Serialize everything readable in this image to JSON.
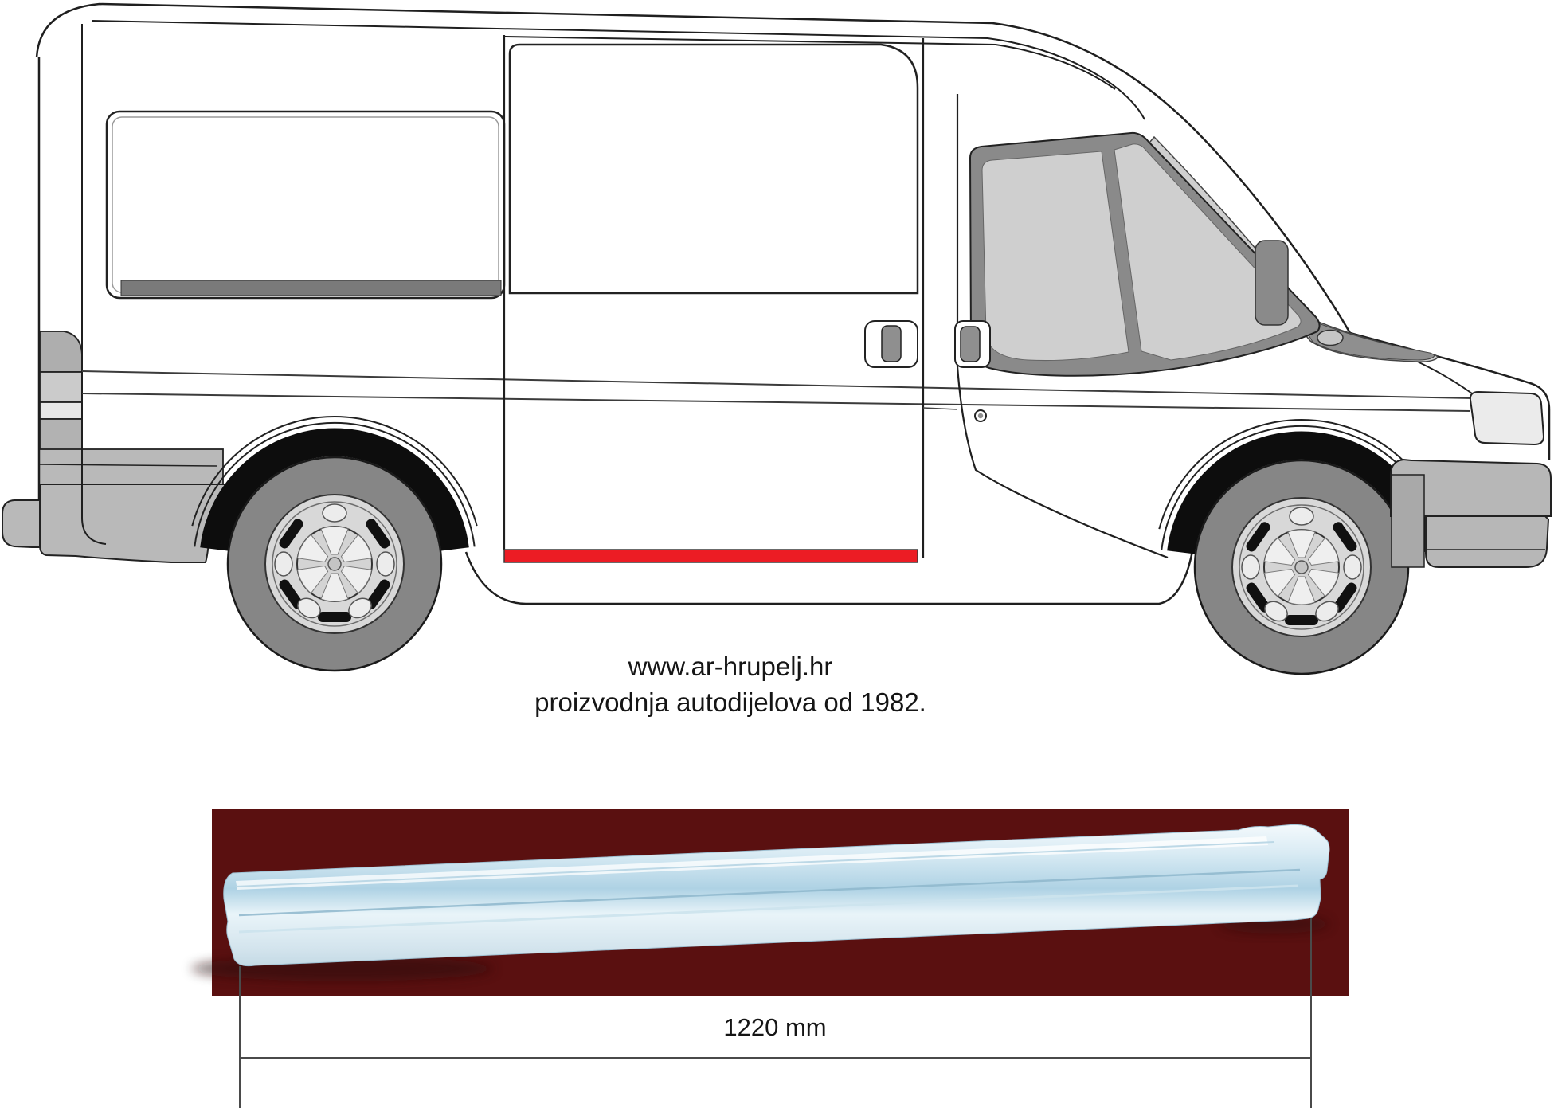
{
  "brand": {
    "website": "www.ar-hrupelj.hr",
    "tagline": "proizvodnja autodijelova od 1982."
  },
  "dimension": {
    "label": "1220 mm"
  },
  "colors": {
    "highlight_red": "#ec1c24",
    "photo_background": "#5a1010",
    "line_art": "#1f1f1f",
    "glass_gray": "#cfcfcf",
    "trim_gray": "#8a8a8a",
    "cladding_gray": "#b9b9b9",
    "part_blue": "#aed2e4"
  }
}
